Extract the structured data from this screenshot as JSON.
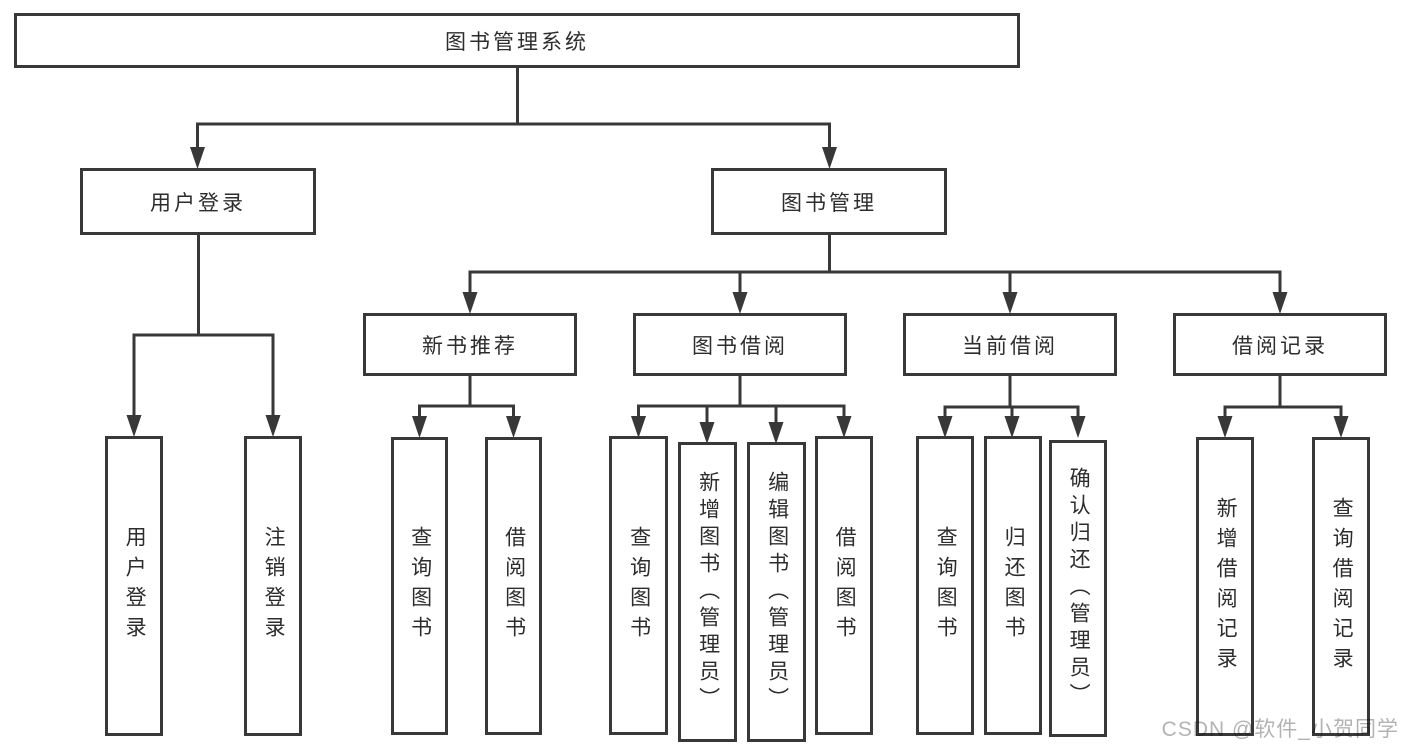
{
  "tree": {
    "root": {
      "label": "图书管理系统"
    },
    "level2": [
      {
        "label": "用户登录",
        "leaves": [
          {
            "label": "用户登录"
          },
          {
            "label": "注销登录"
          }
        ]
      },
      {
        "label": "图书管理",
        "groups": [
          {
            "label": "新书推荐",
            "leaves": [
              {
                "label": "查询图书"
              },
              {
                "label": "借阅图书"
              }
            ]
          },
          {
            "label": "图书借阅",
            "leaves": [
              {
                "label": "查询图书"
              },
              {
                "label": "新增图书（管理员）"
              },
              {
                "label": "编辑图书（管理员）"
              },
              {
                "label": "借阅图书"
              }
            ]
          },
          {
            "label": "当前借阅",
            "leaves": [
              {
                "label": "查询图书"
              },
              {
                "label": "归还图书"
              },
              {
                "label": "确认归还（管理员）"
              }
            ]
          },
          {
            "label": "借阅记录",
            "leaves": [
              {
                "label": "新增借阅记录"
              },
              {
                "label": "查询借阅记录"
              }
            ]
          }
        ]
      }
    ]
  },
  "watermark": "CSDN @软件_小贺同学",
  "colors": {
    "line": "#383838",
    "box_border": "#383838",
    "text": "#2d2d2d",
    "background": "#ffffff",
    "watermark": "#b3b3b3"
  }
}
